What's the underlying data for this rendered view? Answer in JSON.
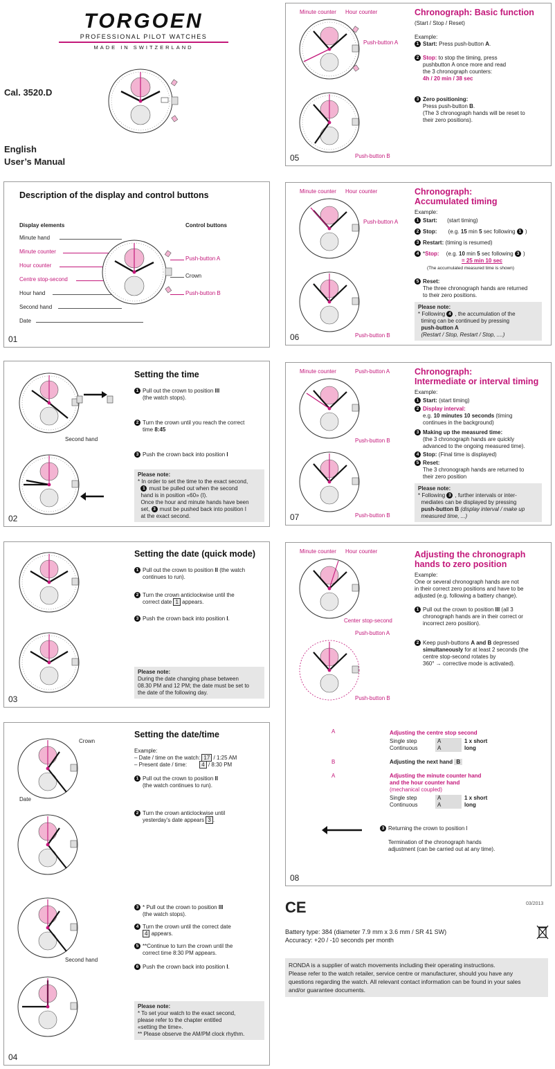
{
  "brand": {
    "name": "TORGOEN",
    "tagline": "PROFESSIONAL PILOT WATCHES",
    "made": "MADE IN SWITZERLAND"
  },
  "caliber": "Cal. 3520.D",
  "language": "English",
  "manual_title": "User’s Manual",
  "p01": {
    "num": "01",
    "title": "Description of the display and control buttons",
    "display_header": "Display elements",
    "control_header": "Control buttons",
    "left_labels": [
      "Minute hand",
      "Minute counter",
      "Hour counter",
      "Centre stop-second",
      "Hour hand",
      "Second hand",
      "Date"
    ],
    "right_labels": [
      "Push-button A",
      "Crown",
      "Push-button B"
    ]
  },
  "p02": {
    "num": "02",
    "title": "Setting the time",
    "s1a": "Pull out the crown to position ",
    "s1b": "III",
    "s1c": "(the watch stops).",
    "s2a": "Turn the crown until you reach the correct",
    "s2b": "time ",
    "s2c": "8:45",
    "s3a": "Push the crown back into position ",
    "s3b": "I",
    "second_hand": "Second hand",
    "note_title": "Please note:",
    "note_lines": [
      "* In order to set the time to the exact second,",
      "must be pulled out when the second",
      "hand is in position «60» (I).",
      "Once the hour and minute hands have been",
      "set,",
      "must be pushed back into position I",
      "at the exact second."
    ]
  },
  "p03": {
    "num": "03",
    "title": "Setting the date (quick mode)",
    "s1a": "Pull out the crown to position ",
    "s1b": "II",
    "s1c": " (the watch",
    "s1d": "continues to run).",
    "s2a": "Turn the crown anticlockwise until the",
    "s2b": "correct date",
    "s2c": "1",
    "s2d": "appears.",
    "s3a": "Push the crown back into position ",
    "s3b": "I",
    "note_title": "Please note:",
    "note_lines": [
      "During the date changing phase between",
      "08.30 PM and 12 PM; the date must be set to",
      "the date of the following day."
    ]
  },
  "p04": {
    "num": "04",
    "title": "Setting the date/time",
    "example": "Example:",
    "ex1": "– Date / time on the watch:",
    "ex1d": "17",
    "ex1t": "/ 1:25 AM",
    "ex2": "– Present date / time:",
    "ex2d": "4",
    "ex2t": "/ 8:30 PM",
    "s1a": "Pull out the crown to position ",
    "s1b": "II",
    "s1c": "(the watch continues to run).",
    "s2a": "Turn the crown anticlockwise until",
    "s2b": "yesterday's date appears",
    "s2c": "3",
    "s3a": "Pull out the crown to position ",
    "s3b": "III",
    "s3c": "(the watch stops).",
    "s4a": "Turn the crown until the correct date",
    "s4b": "4",
    "s4c": "appears.",
    "s5a": "Continue to turn the crown until the",
    "s5b": "correct time 8:30 PM appears.",
    "s6a": "Push the crown back into position ",
    "s6b": "I",
    "crown": "Crown",
    "date": "Date",
    "second_hand": "Second hand",
    "note_title": "Please note:",
    "note_lines": [
      "*    To set your watch to the exact second,",
      "     please refer to the chapter entitled",
      "     «setting the time».",
      "**  Please observe the AM/PM clock rhythm."
    ]
  },
  "p05": {
    "num": "05",
    "title": "Chronograph: Basic function",
    "subtitle": "(Start / Stop / Reset)",
    "example": "Example:",
    "s1a": "Start:",
    "s1b": " Press push-button ",
    "s1c": "A",
    "s2a": "Stop:",
    "s2b": " to stop the timing, press",
    "s2c": "pushbutton A once more and read",
    "s2d": "the 3 chronograph counters:",
    "s2e": "4h / 20 min / 38 sec",
    "s3a": "Zero positioning:",
    "s3b": "Press push-button ",
    "s3c": "B",
    "s3d": "(The 3 chronograph hands will be reset to",
    "s3e": "their zero positions).",
    "minute_counter": "Minute counter",
    "hour_counter": "Hour counter",
    "push_a": "Push-button A",
    "push_b": "Push-button B"
  },
  "p06": {
    "num": "06",
    "title1": "Chronograph:",
    "title2": "Accumulated timing",
    "example": "Example:",
    "r1a": "Start:",
    "r1b": "(start timing)",
    "r2a": "Stop:",
    "r2b": "(e.g. ",
    "r2c": "15",
    "r2d": " min ",
    "r2e": "5",
    "r2f": " sec following",
    "r3a": "Restart:",
    "r3b": "(timing is resumed)",
    "r4a": "Stop:",
    "r4b": "(e.g. ",
    "r4c": "10",
    "r4d": " min ",
    "r4e": "5",
    "r4f": " sec following",
    "r4g": "= 25 min 10 sec",
    "r4h": "(The accumulated measured time is shown)",
    "r5a": "Reset:",
    "r5b": "The three chronograph hands are returned",
    "r5c": "to their zero positions.",
    "minute_counter": "Minute counter",
    "hour_counter": "Hour counter",
    "push_a": "Push-button A",
    "push_b": "Push-button B",
    "note_title": "Please note:",
    "note_lines": [
      "Following",
      ", the accumulation of the",
      "timing can be continued by pressing",
      "push-button A",
      "(Restart / Stop, Restart / Stop, ....)"
    ]
  },
  "p07": {
    "num": "07",
    "title1": "Chronograph:",
    "title2": "Intermediate or interval timing",
    "example": "Example:",
    "r1a": "Start:",
    "r1b": "(start timing)",
    "r2a": "Display interval:",
    "r2b": "e.g. ",
    "r2c": "10 minutes 10 seconds",
    "r2d": " (timing",
    "r2e": "continues in the background)",
    "r3a": "Making up the measured time:",
    "r3b": "(the 3 chronograph hands are quickly",
    "r3c": "advanced to the ongoing measured time).",
    "r4a": "Stop:",
    "r4b": "(Final time is displayed)",
    "r5a": "Reset:",
    "r5b": "The 3 chronograph hands are returned to",
    "r5c": "their zero position",
    "minute_counter": "Minute counter",
    "push_a": "Push-button A",
    "push_b": "Push-button B",
    "note_title": "Please note:",
    "note_lines": [
      "Following",
      ", further intervals or inter-",
      "mediates can be displayed by pressing",
      "push-button B",
      "(display interval / make up",
      "measured time, ...)"
    ]
  },
  "p08": {
    "num": "08",
    "title1": "Adjusting the chronograph",
    "title2": "hands to zero position",
    "example": "Example:",
    "ex1": "One or several chronograph hands are not",
    "ex2": "in their correct zero positions and have to be",
    "ex3": "adjusted (e.g. following a battery change).",
    "s1a": "Pull out the crown to position ",
    "s1b": "III",
    "s1c": " (all 3",
    "s1d": "chronograph hands are in their correct or",
    "s1e": "incorrect zero position).",
    "s2a": "Keep push-buttons ",
    "s2b": "A and B",
    "s2c": " depressed",
    "s2d": "simultaneously",
    "s2e": " for at least 2 seconds (the",
    "s2f": "centre stop-second rotates by",
    "s2g": "360° → corrective mode is activated).",
    "minute_counter": "Minute counter",
    "hour_counter": "Hour counter",
    "centre_stop": "Center stop-second",
    "push_a": "Push-button A",
    "push_b": "Push-button B",
    "adj1": "Adjusting the centre stop second",
    "single": "Single step",
    "continuous": "Continuous",
    "a": "A",
    "b": "B",
    "short": "1 x short",
    "long": "long",
    "adj2": "Adjusting the next hand",
    "adj3a": "Adjusting the minute counter hand",
    "adj3b": "and the hour counter hand",
    "adj3c": "(mechanical coupled)",
    "ret": "Returning the crown to position I",
    "term1": "Termination of the chronograph hands",
    "term2": "adjustment  (can be carried out at any time)."
  },
  "footer": {
    "ce": "CE",
    "date": "03/2013",
    "battery": "Battery type: 384 (diameter 7.9 mm x 3.6 mm / SR 41 SW)",
    "accuracy": "Accuracy: +20 / -10 seconds per month",
    "ronda": [
      "RONDA is a supplier of watch movements including their operating instructions.",
      "Please refer to the watch retailer, service centre or manufacturer, should you have any",
      "questions regarding the watch. All relevant contact information can be found in your sales",
      "and/or guarantee documents."
    ]
  },
  "crown_positions": [
    "I",
    "II",
    "III"
  ],
  "colors": {
    "accent": "#c3177a",
    "pink_fill": "#f3b4d2",
    "note_bg": "#e6e6e6"
  }
}
